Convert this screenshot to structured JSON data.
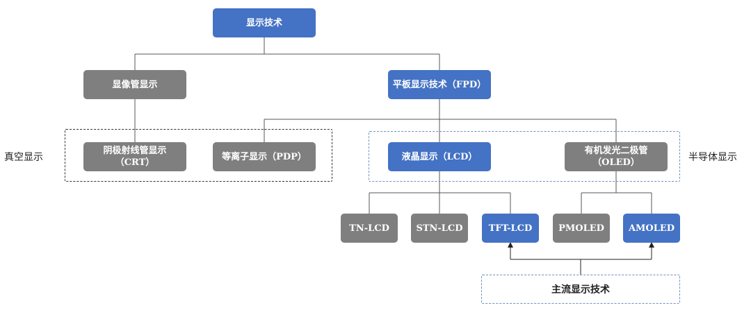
{
  "nodes": {
    "root": "显示技术",
    "crt_tube": "显像管显示",
    "fpd": "平板显示技术（FPD）",
    "crt_line1": "阴极射线管显示",
    "crt_line2": "（CRT）",
    "pdp": "等离子显示（PDP）",
    "lcd": "液晶显示（LCD）",
    "oled_line1": "有机发光二极管",
    "oled_line2": "（OLED）",
    "tn_lcd": "TN-LCD",
    "stn_lcd": "STN-LCD",
    "tft_lcd": "TFT-LCD",
    "pmoled": "PMOLED",
    "amoled": "AMOLED"
  },
  "labels": {
    "vacuum": "真空显示",
    "semiconductor": "半导体显示",
    "mainstream": "主流显示技术"
  },
  "colors": {
    "highlight": "#4472c4",
    "normal": "#7f7f7f",
    "connector": "#555555"
  }
}
